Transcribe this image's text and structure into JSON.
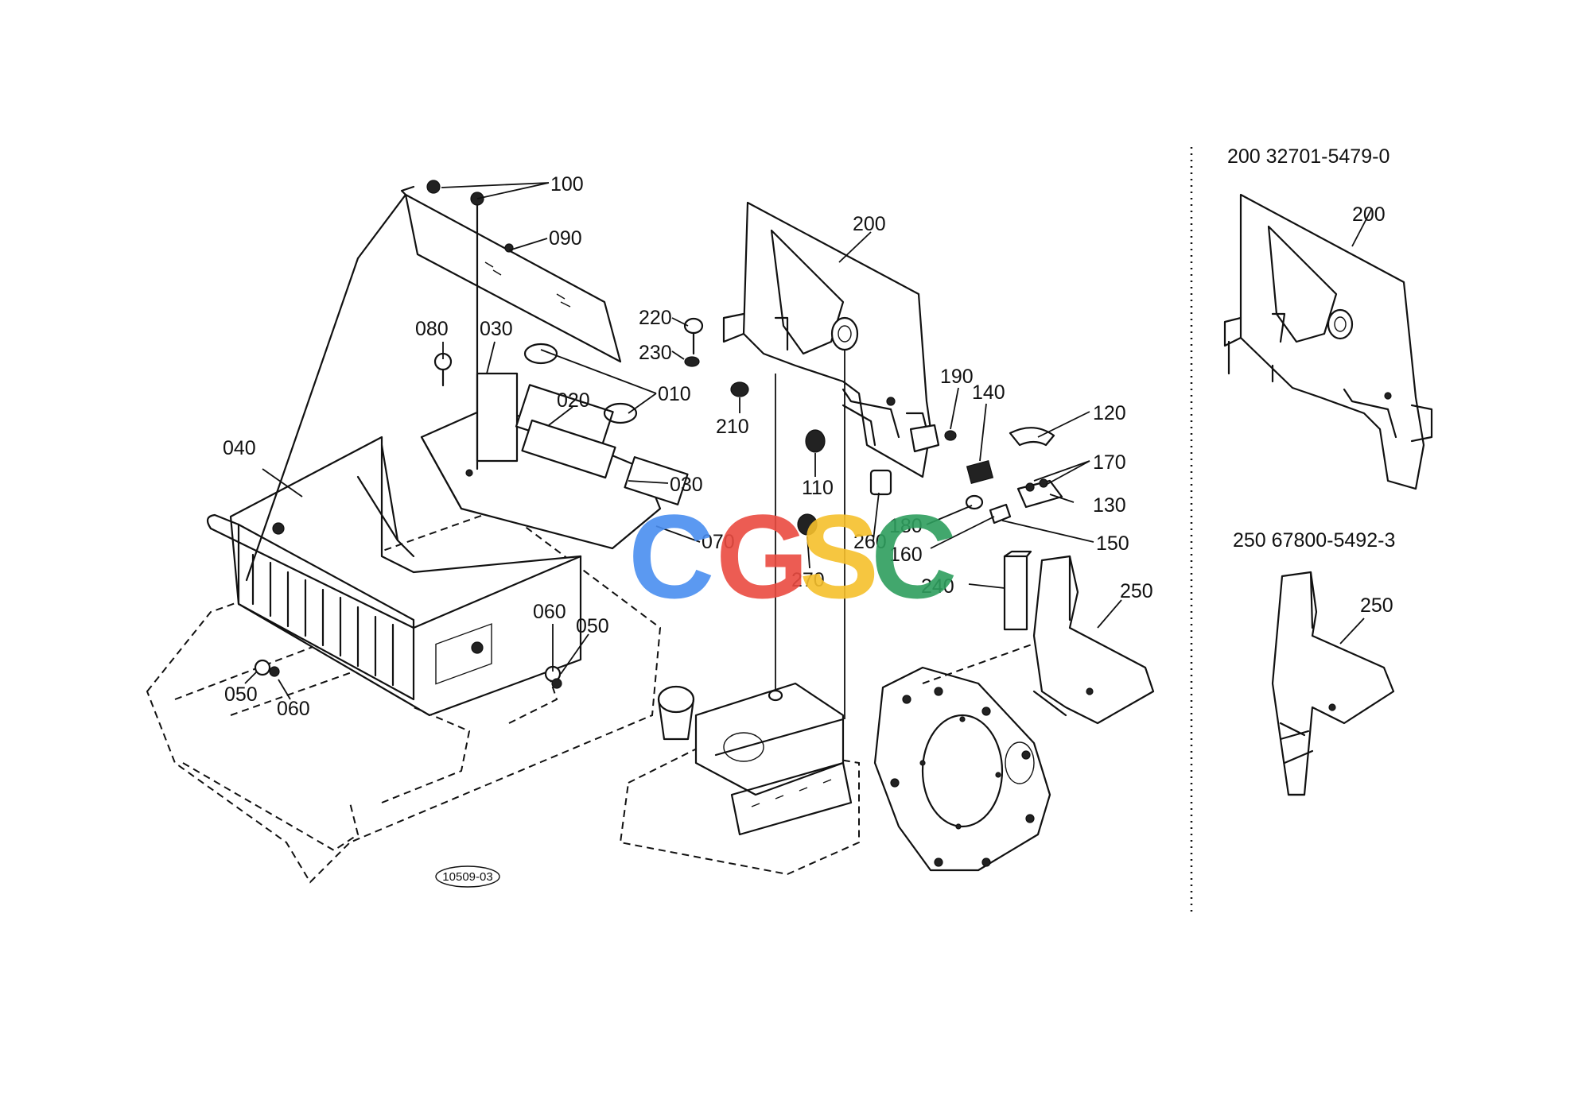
{
  "callouts": {
    "c100": "100",
    "c090": "090",
    "c080": "080",
    "c030a": "030",
    "c010": "010",
    "c020": "020",
    "c040": "040",
    "c030b": "030",
    "c070": "070",
    "c060a": "060",
    "c050a": "050",
    "c050b": "050",
    "c060b": "060",
    "c200": "200",
    "c220": "220",
    "c230": "230",
    "c210": "210",
    "c110": "110",
    "c190": "190",
    "c140": "140",
    "c120": "120",
    "c170": "170",
    "c130": "130",
    "c180": "180",
    "c150": "150",
    "c160": "160",
    "c260": "260",
    "c270": "270",
    "c240": "240",
    "c250": "250"
  },
  "inset_top": {
    "header": "200  32701-5479-0",
    "callout": "200"
  },
  "inset_bottom": {
    "header": "250  67800-5492-3",
    "callout": "250"
  },
  "figure_code": "10509-03",
  "watermark": {
    "letters": [
      "C",
      "G",
      "S",
      "C"
    ],
    "colors": [
      "#4a8ef0",
      "#ea4b41",
      "#f6c02c",
      "#2e9e5e"
    ]
  }
}
